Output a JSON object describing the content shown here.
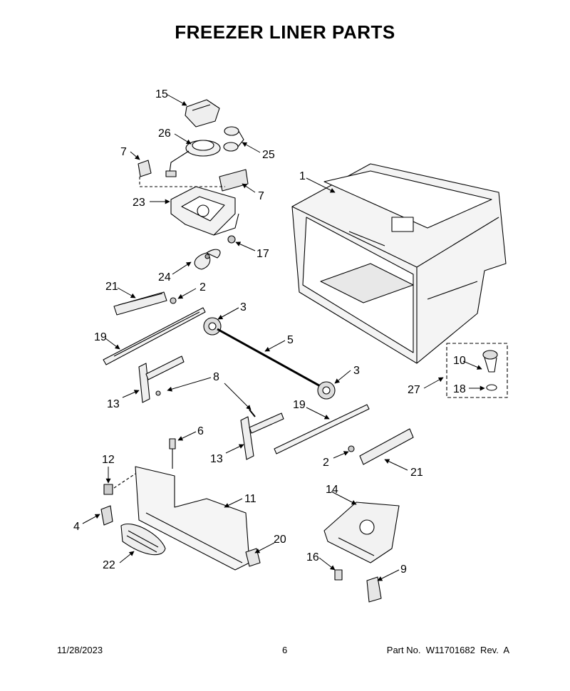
{
  "title": "FREEZER LINER PARTS",
  "footer": {
    "date": "11/28/2023",
    "page": "6",
    "part_no": "Part No.  W11701682  Rev.  A"
  },
  "callouts": [
    "15",
    "26",
    "25",
    "7",
    "7",
    "23",
    "1",
    "17",
    "24",
    "21",
    "2",
    "3",
    "5",
    "19",
    "3",
    "10",
    "27",
    "18",
    "8",
    "13",
    "6",
    "19",
    "13",
    "2",
    "21",
    "12",
    "11",
    "14",
    "4",
    "20",
    "22",
    "16",
    "9"
  ]
}
